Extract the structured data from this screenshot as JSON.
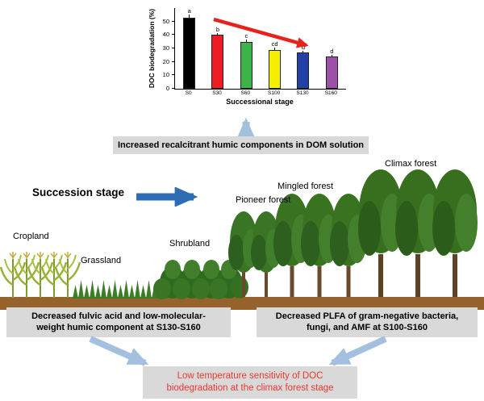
{
  "chart_data": {
    "type": "bar",
    "categories": [
      "S0",
      "S30",
      "S60",
      "S100",
      "S130",
      "S160"
    ],
    "values": [
      53,
      40,
      35,
      29,
      27,
      24
    ],
    "errors": [
      2,
      1.5,
      1.5,
      1.5,
      1.5,
      1.5
    ],
    "bar_colors": [
      "#000000",
      "#ee1c25",
      "#3cb44a",
      "#f7ef00",
      "#2141a5",
      "#9b51a5"
    ],
    "significance_letters": [
      "a",
      "b",
      "c",
      "cd",
      "d",
      "d"
    ],
    "title": "",
    "xlabel": "Successional stage",
    "ylabel": "DOC biodegradation (%)",
    "ylim": [
      0,
      60
    ],
    "yticks": [
      0,
      10,
      20,
      30,
      40,
      50
    ],
    "trend_arrow_color": "#e8211b",
    "legend": "none",
    "grid": "off"
  },
  "succession": {
    "label": "Succession stage",
    "stages": [
      "Cropland",
      "Grassland",
      "Shrubland",
      "Pioneer forest",
      "Mingled forest",
      "Climax forest"
    ]
  },
  "boxes": {
    "dom": "Increased recalcitrant humic components in DOM solution",
    "fulvic": "Decreased fulvic acid and low-molecular-\nweight humic component at S130-S160",
    "plfa": "Decreased PLFA of gram-negative bacteria,\nfungi, and AMF at S100-S160",
    "conclusion": "Low temperature sensitivity of DOC\nbiodegradation at the climax forest stage"
  },
  "colors": {
    "box_bg": "#d9d9d9",
    "conclusion_text": "#e8392f",
    "succession_arrow": "#2e6db4",
    "flow_arrow": "#a3c0de",
    "soil": "#96632d"
  }
}
